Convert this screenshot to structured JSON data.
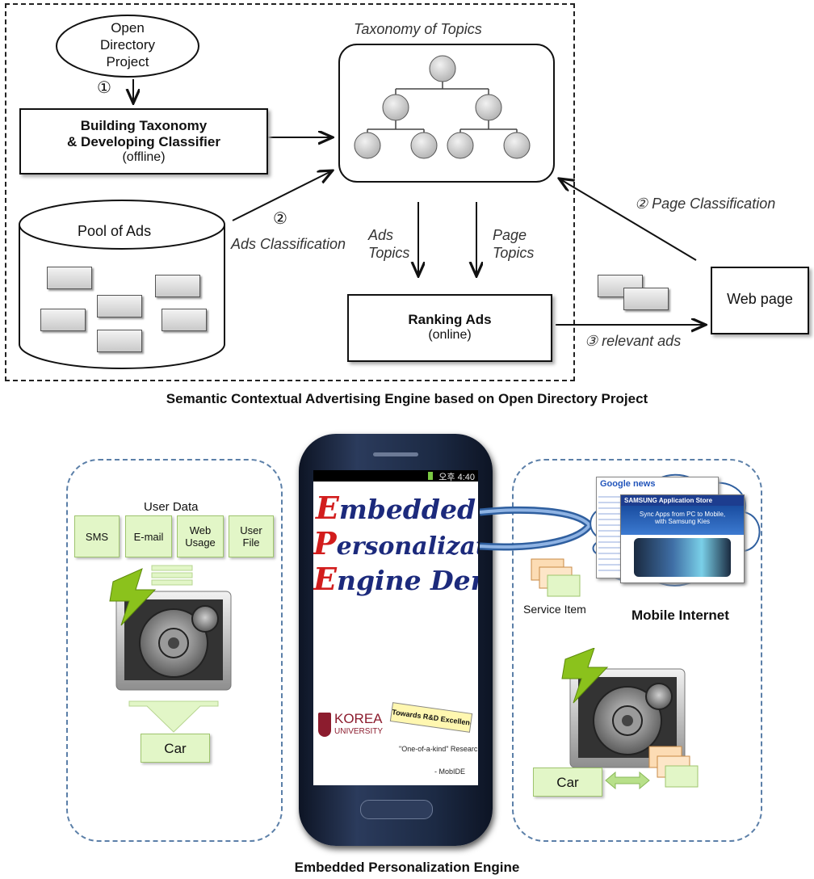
{
  "top": {
    "odp_label": "Open Directory Project",
    "odp_lines": [
      "Open",
      "Directory",
      "Project"
    ],
    "step1_marker": "①",
    "taxonomy_title": "Taxonomy of Topics",
    "build_box_line1": "Building Taxonomy",
    "build_box_line2": "& Developing Classifier",
    "build_box_line3": "(offline)",
    "pool_label": "Pool of Ads",
    "step2a_marker": "②",
    "ads_classification": "Ads Classification",
    "ads_topics_line1": "Ads",
    "ads_topics_line2": "Topics",
    "page_topics_line1": "Page",
    "page_topics_line2": "Topics",
    "page_classification": "② Page Classification",
    "ranking_line1": "Ranking Ads",
    "ranking_line2": "(online)",
    "web_page": "Web page",
    "relevant_ads": "③ relevant ads",
    "caption": "Semantic Contextual Advertising Engine based on Open Directory Project"
  },
  "bottom": {
    "user_data_title": "User Data",
    "user_data_items": [
      "SMS",
      "E-mail",
      "Web\nUsage",
      "User\nFile"
    ],
    "car_left": "Car",
    "phone_status_time": "오후 4:40",
    "demo_title_lines": [
      {
        "cap": "E",
        "rest": "mbedded"
      },
      {
        "cap": "P",
        "rest": "ersonalization"
      },
      {
        "cap": "E",
        "rest": "ngine Demo"
      }
    ],
    "korea_logo_text": "KOREA",
    "university_logo_text": "UNIVERSITY",
    "excellence_badge": "Towards R&D Excellence",
    "research_text": "\"One-of-a-kind\" Research",
    "mobide_text": "- MobIDE",
    "service_item": "Service Item",
    "mobile_internet": "Mobile Internet",
    "car_right": "Car",
    "google_news_logo": "Google news",
    "samsung_store_logo": "SAMSUNG Application Store",
    "samsung_store_line1": "Sync Apps from PC to Mobile,",
    "samsung_store_line2": "with Samsung Kies",
    "caption": "Embedded Personalization Engine"
  },
  "colors": {
    "chip_fill": "#e2f6c7",
    "phone_body": "#1c2a44",
    "dashed_blue": "#5b7fa8",
    "lightning": "#8bc21c",
    "title_red": "#d21d1d",
    "title_blue": "#1c2a7c"
  }
}
